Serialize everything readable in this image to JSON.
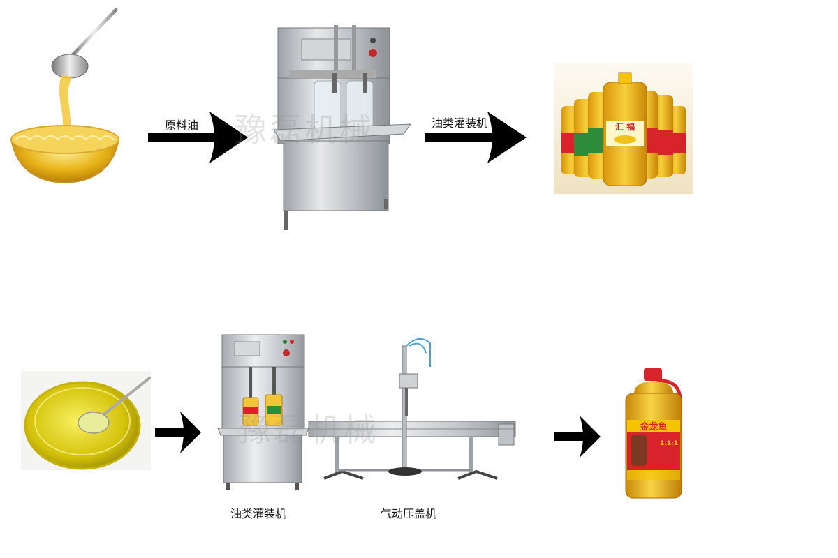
{
  "top_row": {
    "step1_label": "原料油",
    "step2_label": "油类灌装机",
    "watermark": "豫磊机械"
  },
  "bottom_row": {
    "filler_label": "油类灌装机",
    "capper_label": "气动压盖机",
    "watermark": "豫磊机械"
  },
  "bottle_brands": {
    "top_bottles": [
      "汇",
      "福"
    ],
    "final_bottle_brand": "金龙鱼",
    "final_bottle_tag": "1:1:1"
  },
  "colors": {
    "arrow": "#000000",
    "oil": "#e8b418",
    "steel": "#c9ccd0",
    "brand_red": "#d8232a",
    "brand_green": "#2e8b3a"
  },
  "icons": [
    "oil-bowl-spoon-icon",
    "filling-machine-icon",
    "oil-bottles-icon",
    "conveyor-capper-icon",
    "arrow-right-icon"
  ]
}
